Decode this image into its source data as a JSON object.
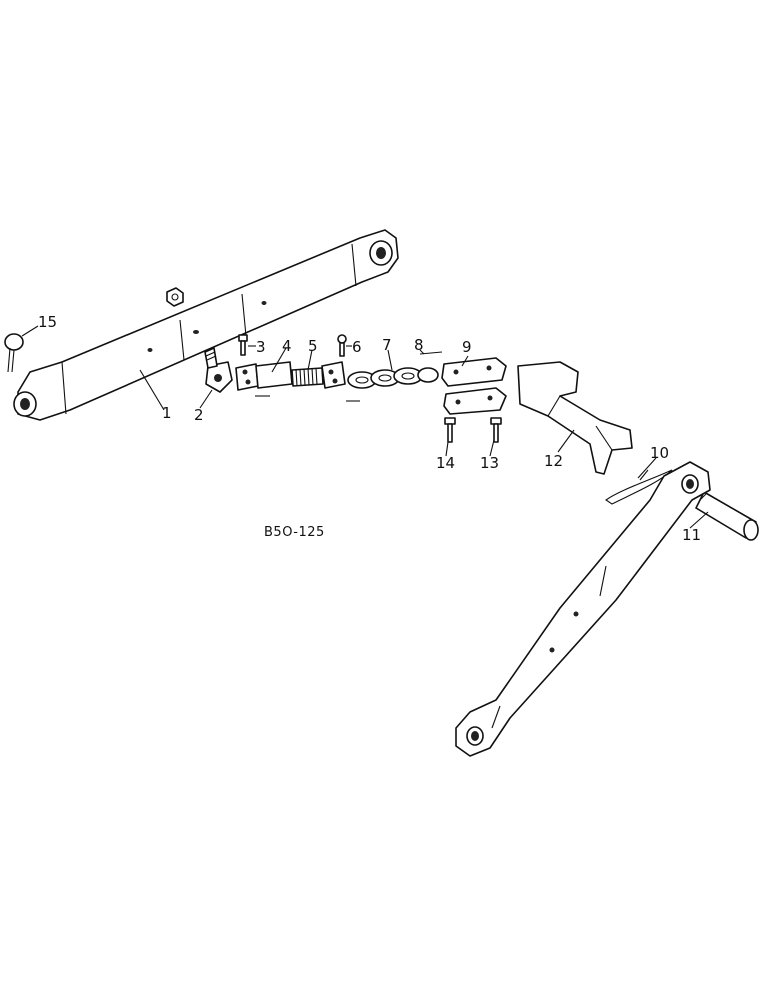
{
  "caption": "B5O-125",
  "callouts": [
    {
      "id": "1",
      "text": "1"
    },
    {
      "id": "2",
      "text": "2"
    },
    {
      "id": "3",
      "text": "3"
    },
    {
      "id": "4",
      "text": "4"
    },
    {
      "id": "5",
      "text": "5"
    },
    {
      "id": "6",
      "text": "6"
    },
    {
      "id": "7",
      "text": "7"
    },
    {
      "id": "8",
      "text": "8"
    },
    {
      "id": "9",
      "text": "9"
    },
    {
      "id": "10",
      "text": "10"
    },
    {
      "id": "11",
      "text": "11"
    },
    {
      "id": "12",
      "text": "12"
    },
    {
      "id": "13",
      "text": "13"
    },
    {
      "id": "14",
      "text": "14"
    },
    {
      "id": "15",
      "text": "15"
    }
  ]
}
